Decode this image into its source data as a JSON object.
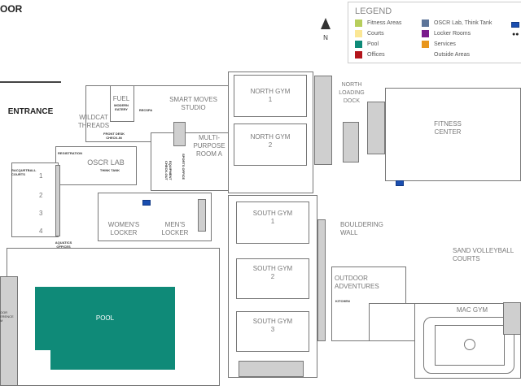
{
  "floor_label": "OOR",
  "north_label": "N",
  "legend": {
    "title": "LEGEND",
    "items": [
      {
        "label": "Fitness Areas",
        "color": "#b7ce5c"
      },
      {
        "label": "Courts",
        "color": "#fbe795"
      },
      {
        "label": "Pool",
        "color": "#0f8a78"
      },
      {
        "label": "Offices",
        "color": "#b3151c"
      },
      {
        "label": "OSCR Lab, Think Tank",
        "color": "#5d7599"
      },
      {
        "label": "Locker Rooms",
        "color": "#7a1a8c"
      },
      {
        "label": "Services",
        "color": "#e8961c"
      },
      {
        "label": "Outside Areas",
        "color": "#ffffff"
      }
    ]
  },
  "rooms": {
    "entrance": "ENTRANCE",
    "wildcat": "WILDCAT\nTHREADS",
    "fuel": "FUEL",
    "fuel_sub": "MODERN\nEATERY",
    "recspa": "RecSPA",
    "smart": "SMART MOVES\nSTUDIO",
    "frontdesk": "FRONT DESK\nCHECK-IN",
    "registration": "REGISTRATION",
    "oscr": "OSCR LAB",
    "think": "THINK TANK",
    "multi": "MULTI-\nPURPOSE\nROOM A",
    "sports": "SPORTS OFFICE",
    "equip": "EQUIPMENT\nCHECK-OUT",
    "racquet": "RACQUETBALL\nCOURTS",
    "rc": [
      "1",
      "2",
      "3",
      "4"
    ],
    "aquatics": "AQUATICS\nOFFICES",
    "women": "WOMEN'S\nLOCKER",
    "men": "MEN'S\nLOCKER",
    "pool": "POOL",
    "conf": "OOR\nERENCE\nM",
    "ngym1": "NORTH GYM\n1",
    "ngym2": "NORTH GYM\n2",
    "dock": "NORTH\nLOADING\nDOCK",
    "fitness": "FITNESS\nCENTER",
    "sgym1": "SOUTH GYM\n1",
    "sgym2": "SOUTH GYM\n2",
    "sgym3": "SOUTH GYM\n3",
    "boulder": "BOULDERING\nWALL",
    "sand": "SAND VOLLEYBALL\nCOURTS",
    "outdoor": "OUTDOOR\nADVENTURES",
    "kitchen": "KITCHEN",
    "mac": "MAC GYM"
  }
}
